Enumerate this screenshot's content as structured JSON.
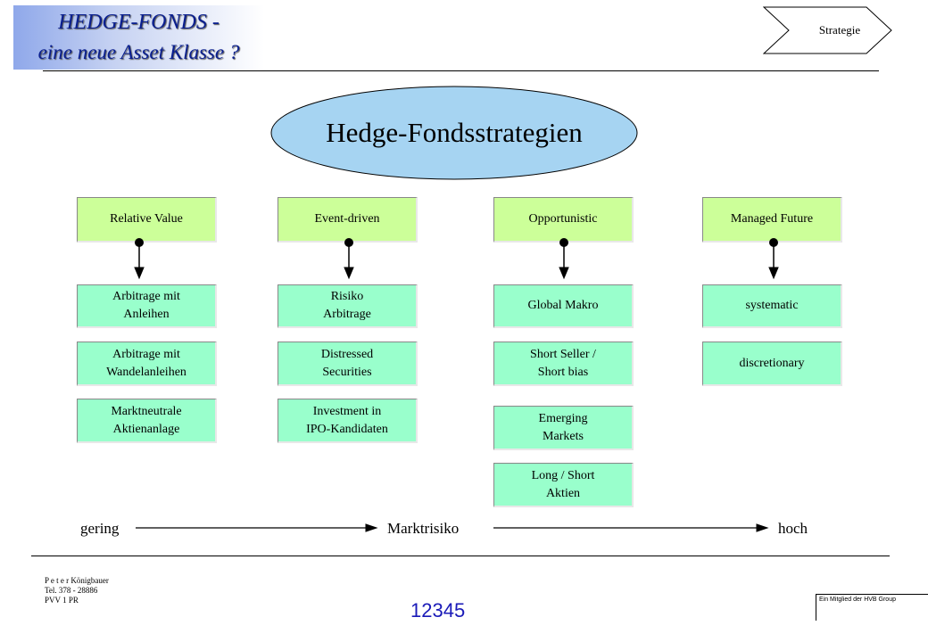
{
  "header": {
    "title_line1": "HEDGE-FONDS -",
    "title_line2": "eine neue Asset Klasse ?",
    "section_tag": "Strategie"
  },
  "diagram": {
    "main_title": "Hedge-Fondsstrategien",
    "categories": [
      {
        "label": "Relative Value",
        "items": [
          "Arbitrage mit\nAnleihen",
          "Arbitrage mit\nWandelanleihen",
          "Marktneutrale\nAktienanlage"
        ]
      },
      {
        "label": "Event-driven",
        "items": [
          "Risiko\nArbitrage",
          "Distressed\nSecurities",
          "Investment in\nIPO-Kandidaten"
        ]
      },
      {
        "label": "Opportunistic",
        "items": [
          "Global Makro",
          "Short Seller /\nShort bias",
          "Emerging\nMarkets",
          "Long / Short\nAktien"
        ]
      },
      {
        "label": "Managed Future",
        "items": [
          "systematic",
          "discretionary"
        ]
      }
    ],
    "risk_axis": {
      "low": "gering",
      "middle": "Marktrisiko",
      "high": "hoch"
    }
  },
  "footer": {
    "author": "P e t e r  Königbauer",
    "phone": "Tel. 378 - 28886",
    "dept": "PVV  1 PR",
    "page_number": "12345",
    "group_note": "Ein Mitglied der HVB Group"
  }
}
